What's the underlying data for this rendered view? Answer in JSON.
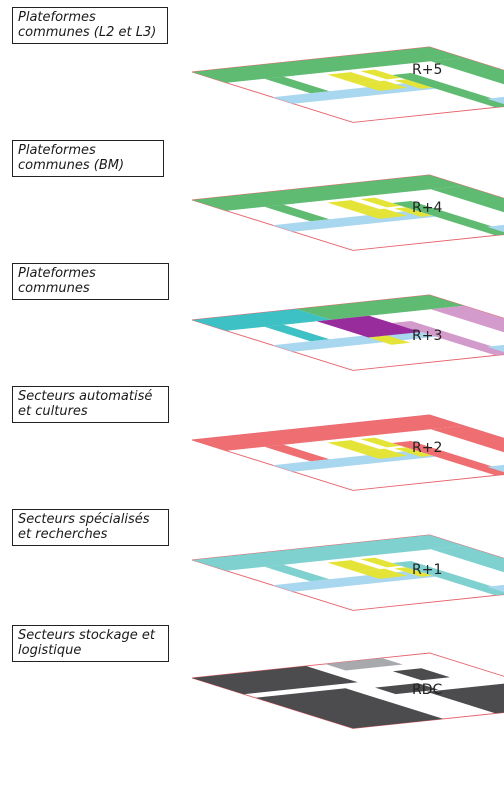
{
  "sector_labels": [
    {
      "lines": [
        "Plateformes",
        "communes (L2 et L3)"
      ]
    },
    {
      "lines": [
        "Plateformes",
        "communes (BM)"
      ]
    },
    {
      "lines": [
        "Plateformes",
        "communes"
      ]
    },
    {
      "lines": [
        "Secteurs automatisé",
        "et cultures"
      ]
    },
    {
      "lines": [
        "Secteurs spécialisés",
        "et recherches"
      ]
    },
    {
      "lines": [
        "Secteurs stockage et",
        "logistique"
      ]
    }
  ],
  "floors": [
    {
      "level": "R+5",
      "ring_color": "#5fba72",
      "core_color": "#e4e337"
    },
    {
      "level": "R+4",
      "ring_color": "#5fba72",
      "core_color": "#e4e337"
    },
    {
      "level": "R+3",
      "ring_color": "#5fba72",
      "left_color": "#3ec1c4",
      "right_color": "#d39bcb",
      "core_color": "#992c9c",
      "accent_color": "#e4e337"
    },
    {
      "level": "R+2",
      "ring_color": "#ee6e72",
      "core_color": "#e4e337"
    },
    {
      "level": "R+1",
      "ring_color": "#7fd1d0",
      "core_color": "#e4e337"
    },
    {
      "level": "RDC",
      "ring_color": "#4c4c4f",
      "light_color": "#a8a9ad",
      "accent_color": "#c9a2d3"
    }
  ],
  "colors": {
    "strip": "#a8d7ef",
    "outline": "#e5626a",
    "gap": "#ffffff"
  }
}
